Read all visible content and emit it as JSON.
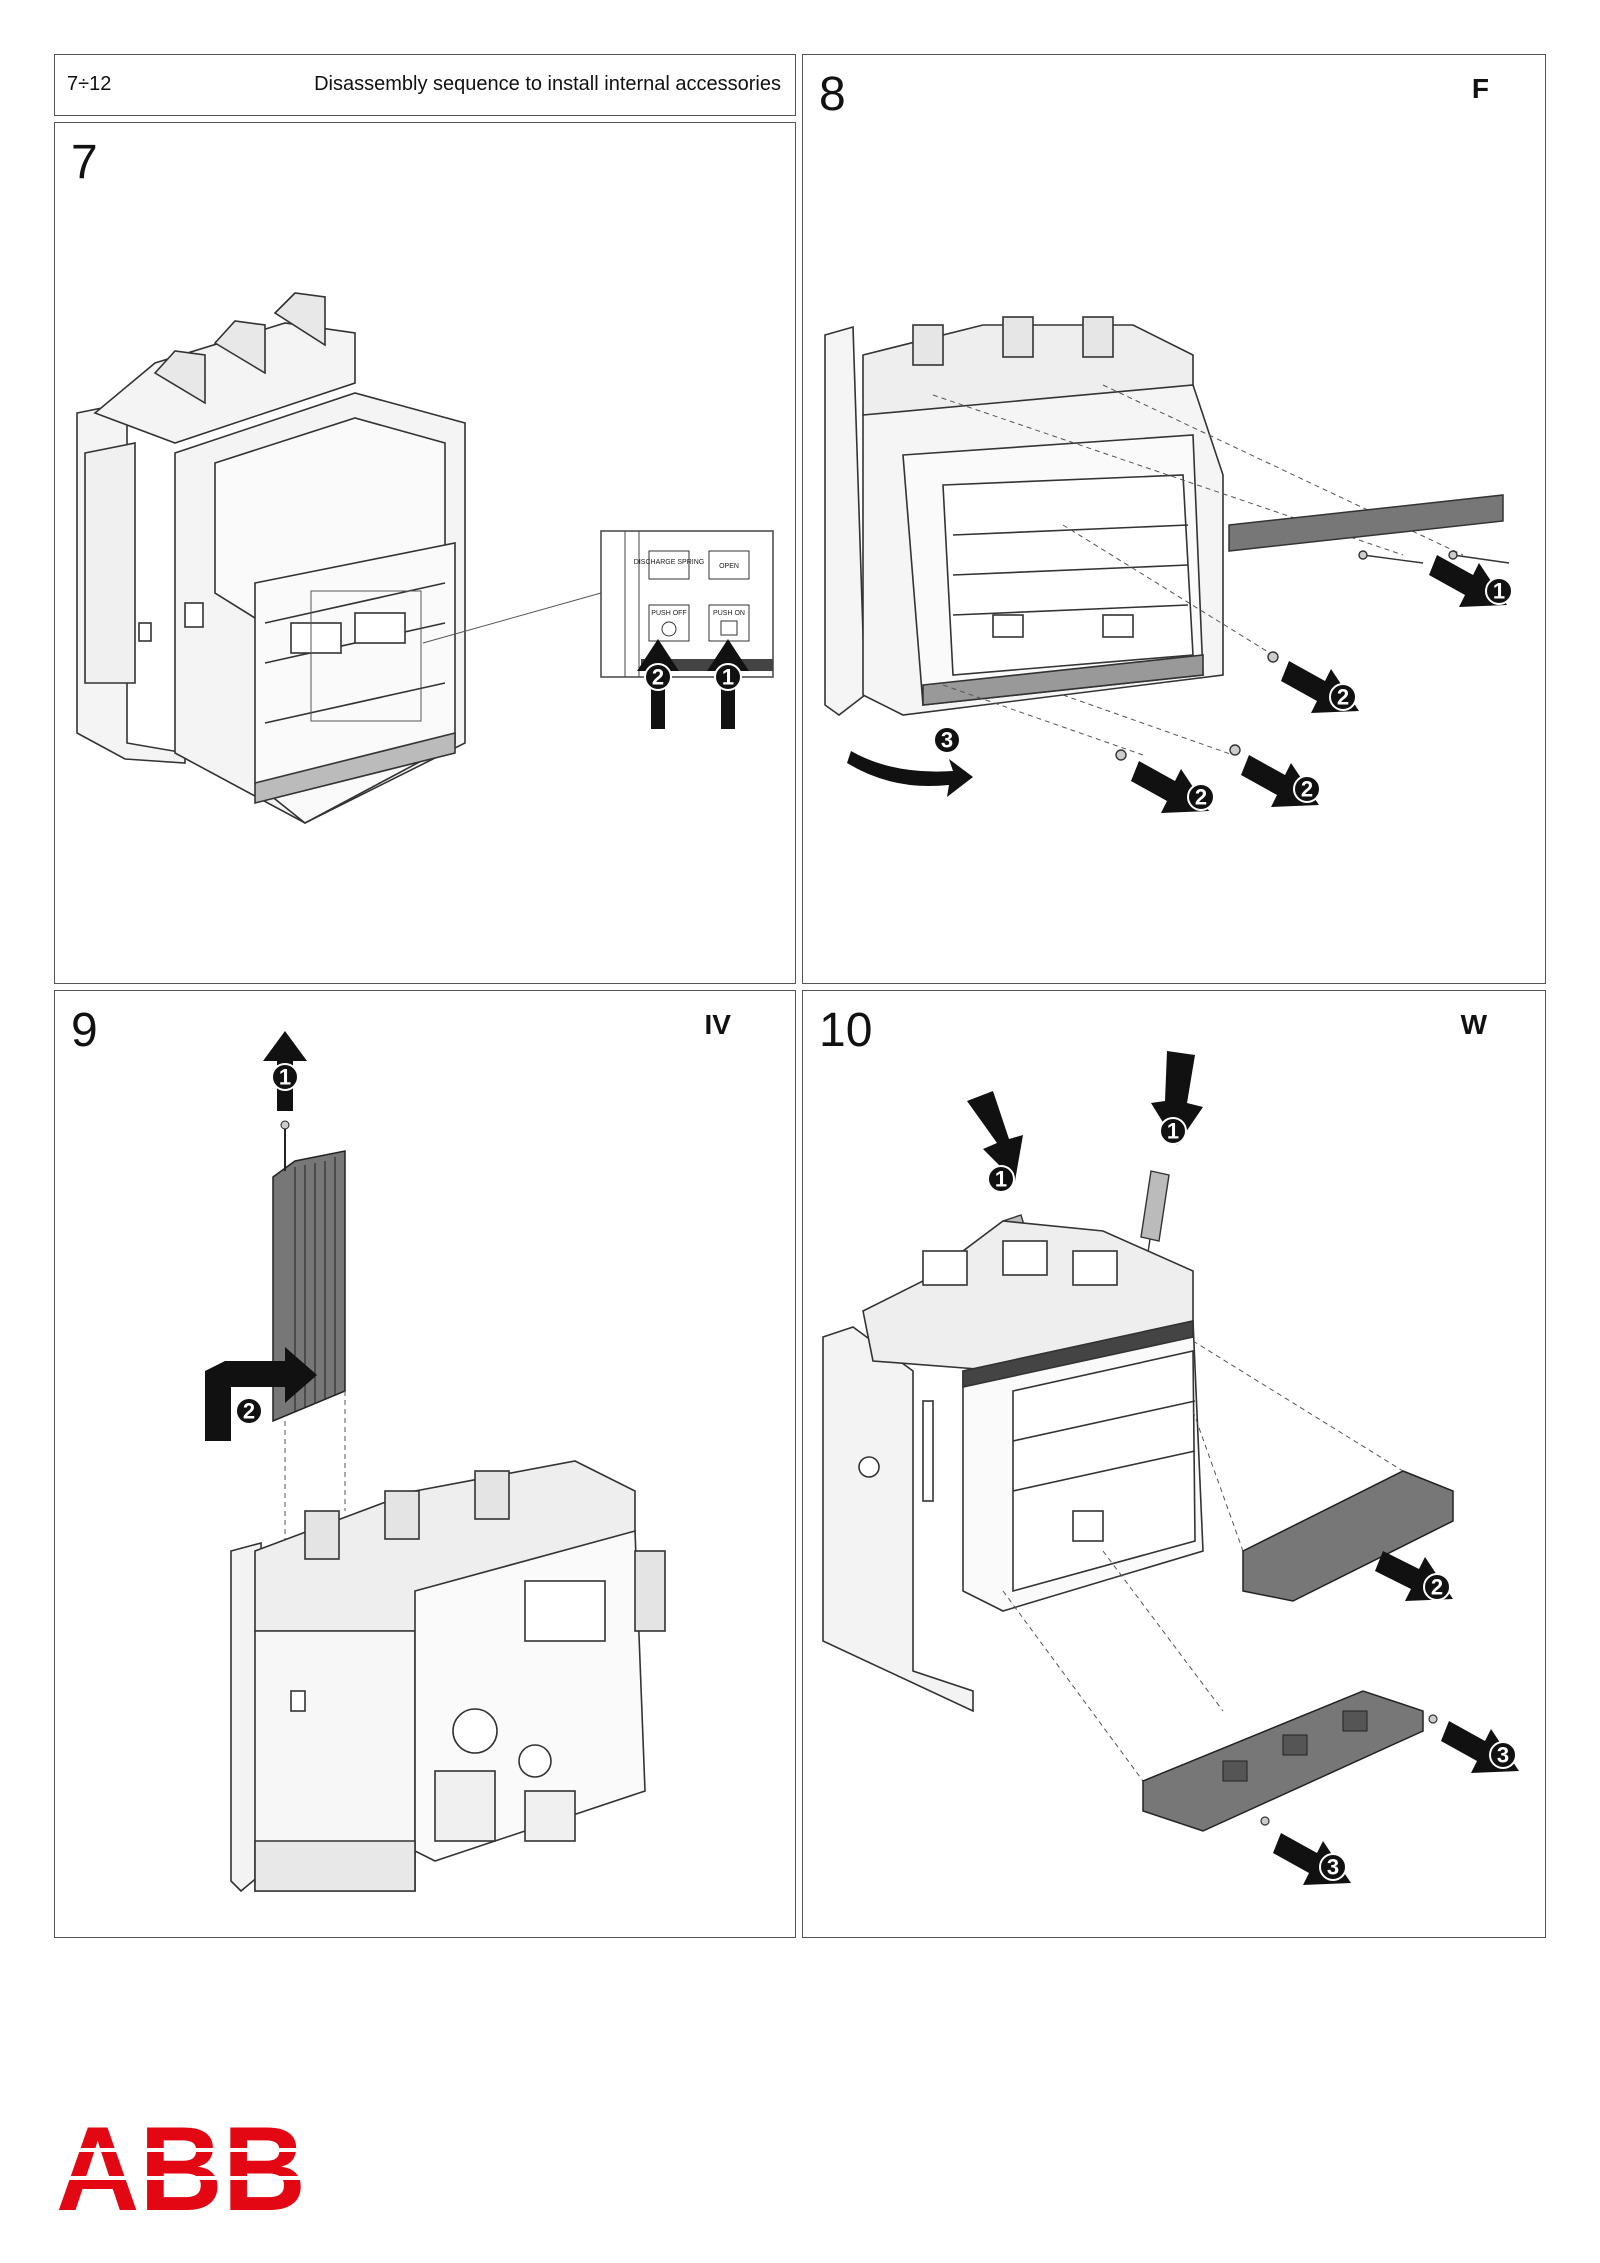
{
  "header": {
    "range": "7÷12",
    "title": "Disassembly sequence to install internal accessories"
  },
  "panels": [
    {
      "number": "7",
      "letter": ""
    },
    {
      "number": "8",
      "letter": "F"
    },
    {
      "number": "9",
      "letter": "IV"
    },
    {
      "number": "10",
      "letter": "W"
    }
  ],
  "panel7": {
    "detail_labels": [
      "DISCHARGE SPRING",
      "OPEN",
      "PUSH OFF",
      "PUSH ON"
    ],
    "badges": [
      "2",
      "1"
    ]
  },
  "panel8": {
    "badges": [
      "1",
      "2",
      "2",
      "2",
      "3"
    ]
  },
  "panel9": {
    "badges": [
      "1",
      "2"
    ]
  },
  "panel10": {
    "badges": [
      "1",
      "1",
      "2",
      "3",
      "3"
    ]
  },
  "brand": {
    "logo": "ABB",
    "color": "#e30613"
  }
}
